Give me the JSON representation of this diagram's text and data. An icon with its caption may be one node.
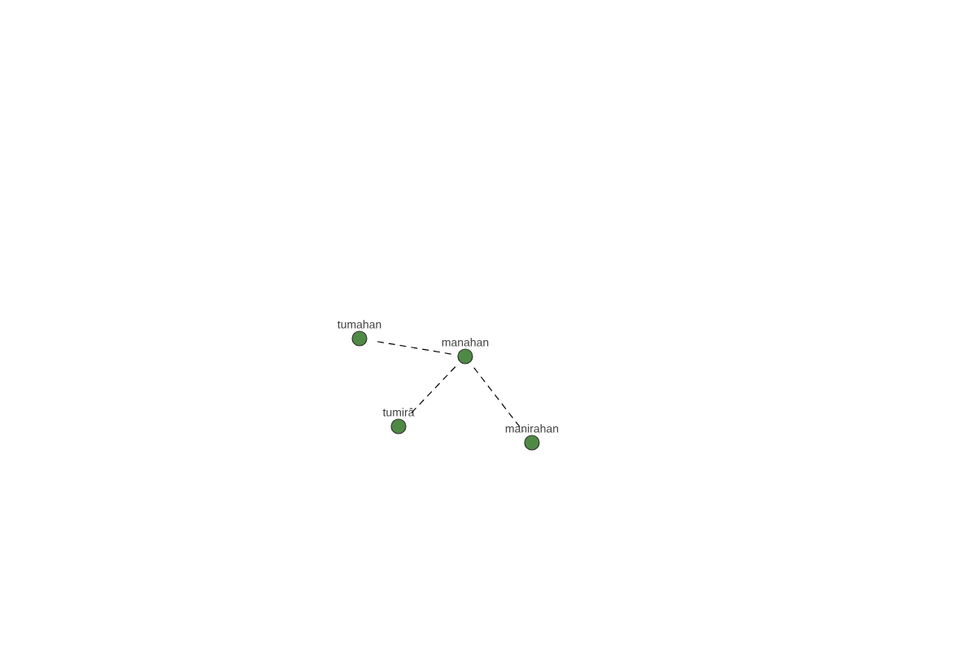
{
  "diagram": {
    "nodes": [
      {
        "text": [
          "tumahan"
        ]
      },
      {
        "text": [
          "manahan"
        ]
      },
      {
        "text": [
          "tumirâ"
        ]
      },
      {
        "text": [
          "manirahan"
        ]
      }
    ],
    "edges": [
      {
        "from": 1,
        "to": 0,
        "arrow": "none",
        "style": "dashed"
      },
      {
        "from": 1,
        "to": 2,
        "arrow": "none",
        "style": "dashed"
      },
      {
        "from": 1,
        "to": 3,
        "arrow": "none",
        "style": "dashed"
      }
    ]
  }
}
